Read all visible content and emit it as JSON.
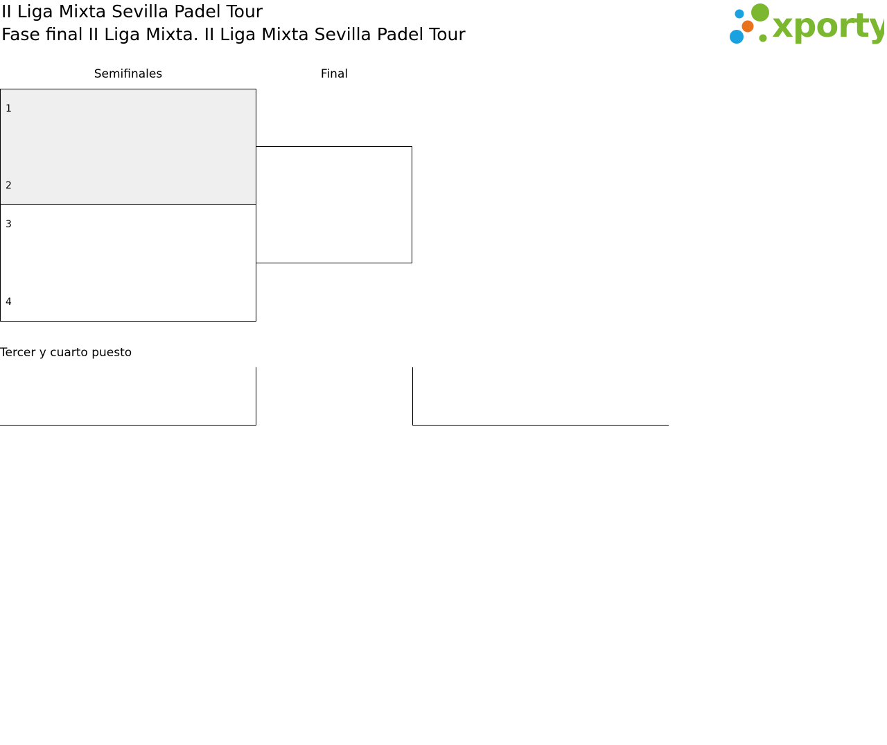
{
  "header": {
    "title": "II Liga Mixta Sevilla Padel Tour",
    "subtitle": "Fase final II Liga Mixta. II Liga Mixta Sevilla Padel Tour"
  },
  "logo": {
    "icon": "xporty-logo-icon",
    "colors": {
      "green": "#7cb82f",
      "blue": "#1aa1e0",
      "orange": "#e8731c"
    }
  },
  "bracket": {
    "rounds": [
      "Semifinales",
      "Final"
    ],
    "seeds": [
      "1",
      "2",
      "3",
      "4"
    ],
    "third_place_label": "Tercer y cuarto puesto"
  }
}
